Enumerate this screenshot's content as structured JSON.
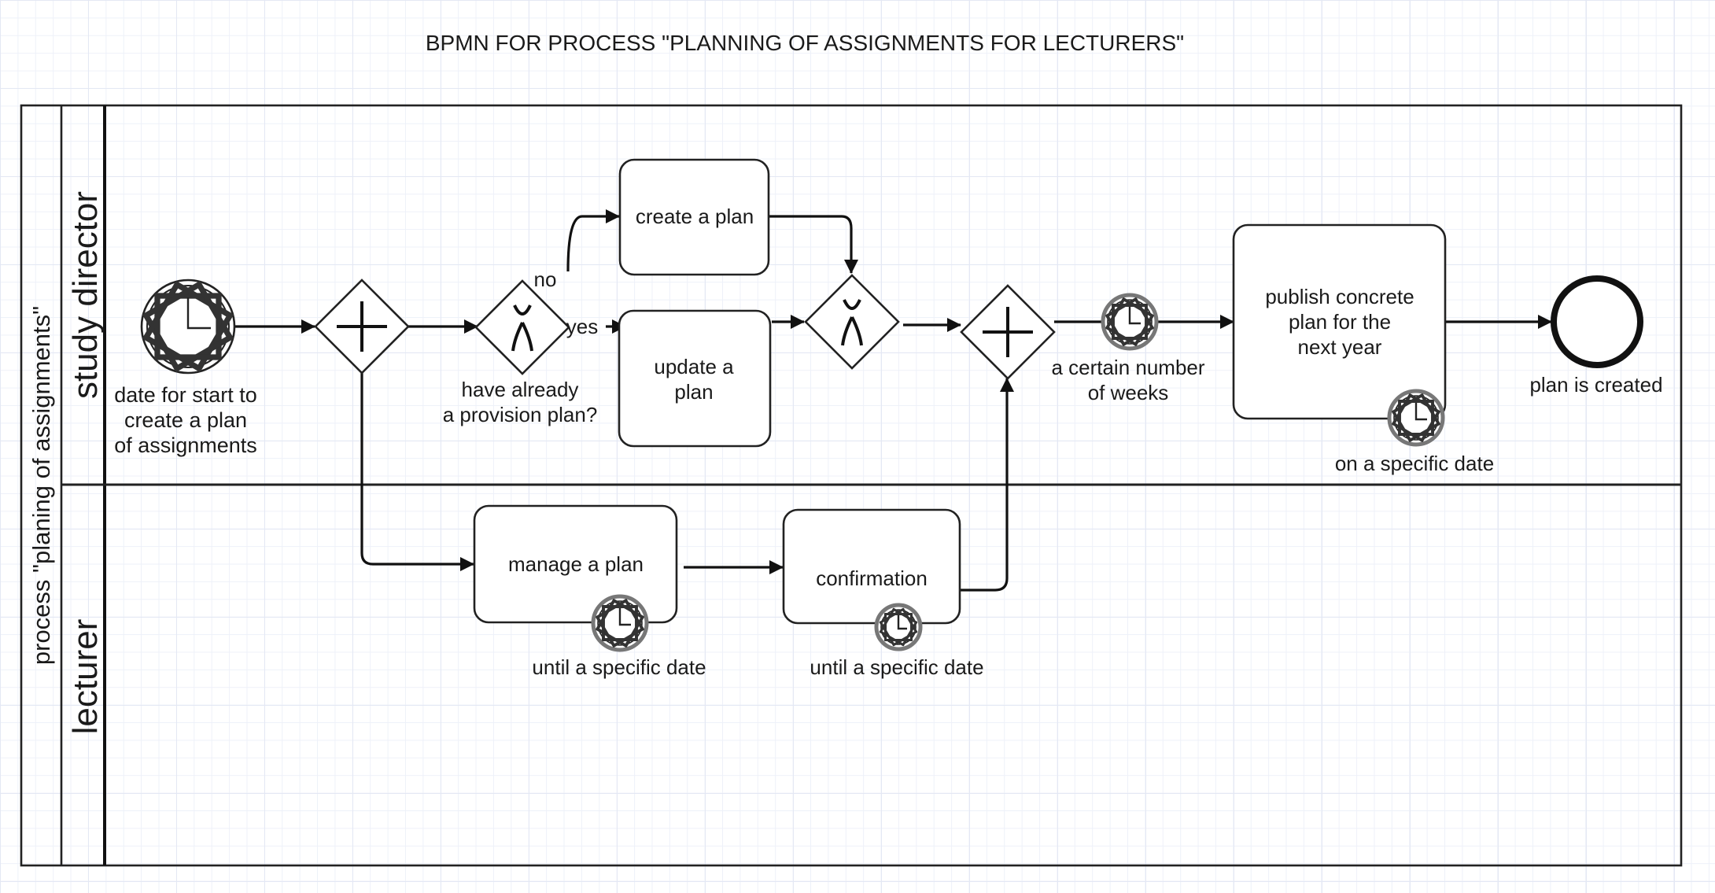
{
  "title": "BPMN FOR PROCESS \"PLANNING OF ASSIGNMENTS FOR LECTURERS\"",
  "pool": {
    "label": "process \"planing of assignments\""
  },
  "lanes": [
    {
      "label": "study director"
    },
    {
      "label": "lecturer"
    }
  ],
  "start_event": {
    "label_lines": [
      "date for start to",
      "create a plan",
      "of assignments"
    ]
  },
  "gateways": {
    "decision": {
      "label_lines": [
        "have already",
        "a provision plan?"
      ]
    },
    "branch_no": "no",
    "branch_yes": "yes"
  },
  "tasks": {
    "create_plan": {
      "label_lines": [
        "create a plan"
      ]
    },
    "update_plan": {
      "label_lines": [
        "update a",
        "plan"
      ]
    },
    "manage_plan": {
      "label_lines": [
        "manage a plan"
      ],
      "timer_label": "until a specific date"
    },
    "confirmation": {
      "label_lines": [
        "confirmation"
      ],
      "timer_label": "until a specific date"
    },
    "publish": {
      "label_lines": [
        "publish concrete",
        "plan for the",
        "next year"
      ],
      "timer_label": "on a specific date"
    }
  },
  "intermediate_timer": {
    "label_lines": [
      "a certain number",
      "of weeks"
    ]
  },
  "end_event": {
    "label": "plan is created"
  }
}
